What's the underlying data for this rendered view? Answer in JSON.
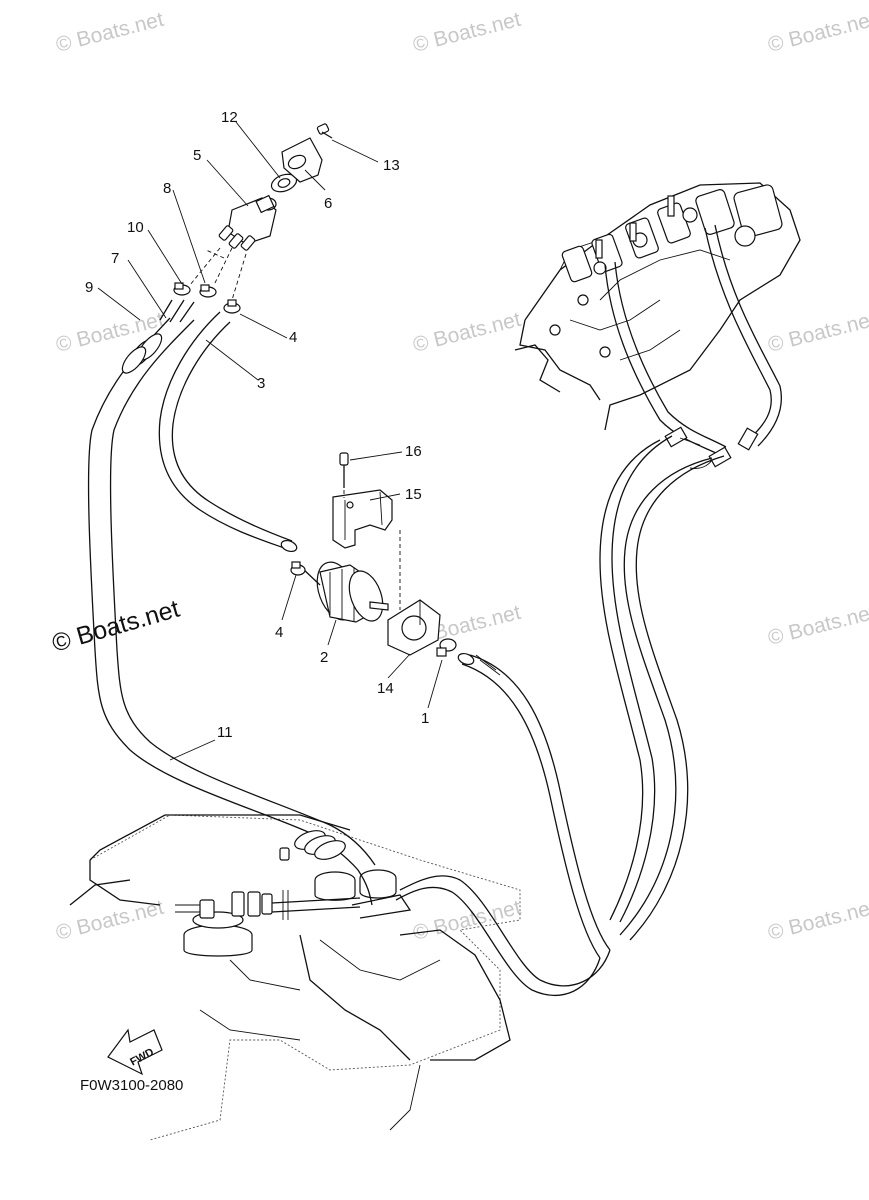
{
  "watermark": {
    "text": "© Boats.net"
  },
  "diagram_code": "F0W3100-2080",
  "fwd_label": "FWD",
  "callouts": {
    "c1": "1",
    "c2": "2",
    "c3": "3",
    "c4a": "4",
    "c4b": "4",
    "c5": "5",
    "c6": "6",
    "c7": "7",
    "c8": "8",
    "c9": "9",
    "c10": "10",
    "c11": "11",
    "c12": "12",
    "c13": "13",
    "c14": "14",
    "c15": "15",
    "c16": "16"
  }
}
